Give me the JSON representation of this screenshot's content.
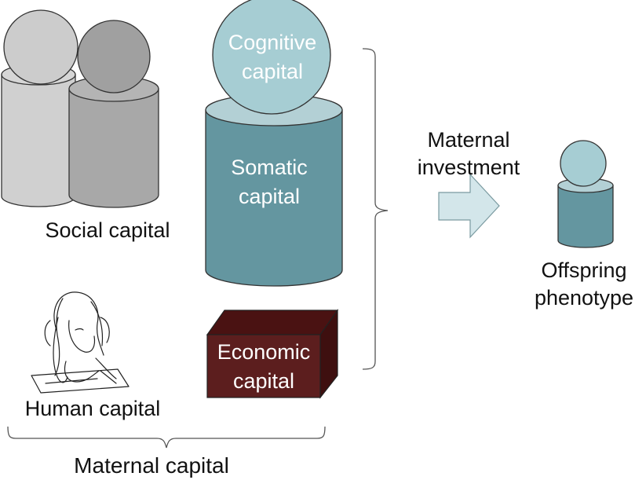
{
  "diagram": {
    "social": {
      "label": "Social capital"
    },
    "cognitive": {
      "line1": "Cognitive",
      "line2": "capital"
    },
    "somatic": {
      "line1": "Somatic",
      "line2": "capital"
    },
    "economic": {
      "line1": "Economic",
      "line2": "capital"
    },
    "human": {
      "label": "Human capital"
    },
    "maternal_capital": {
      "label": "Maternal capital"
    },
    "maternal_investment": {
      "line1": "Maternal",
      "line2": "investment"
    },
    "offspring": {
      "line1": "Offspring",
      "line2": "phenotype"
    }
  },
  "colors": {
    "social_light": "#d0d0d0",
    "social_dark": "#a8a8a8",
    "cognitive_fill": "#a6cdd3",
    "somatic_top": "#b3d0d5",
    "somatic_body": "#6496a0",
    "economic_front": "#5c1e1e",
    "economic_top": "#4a1212",
    "arrow_fill": "#d3e6ea",
    "outline": "#333333"
  }
}
